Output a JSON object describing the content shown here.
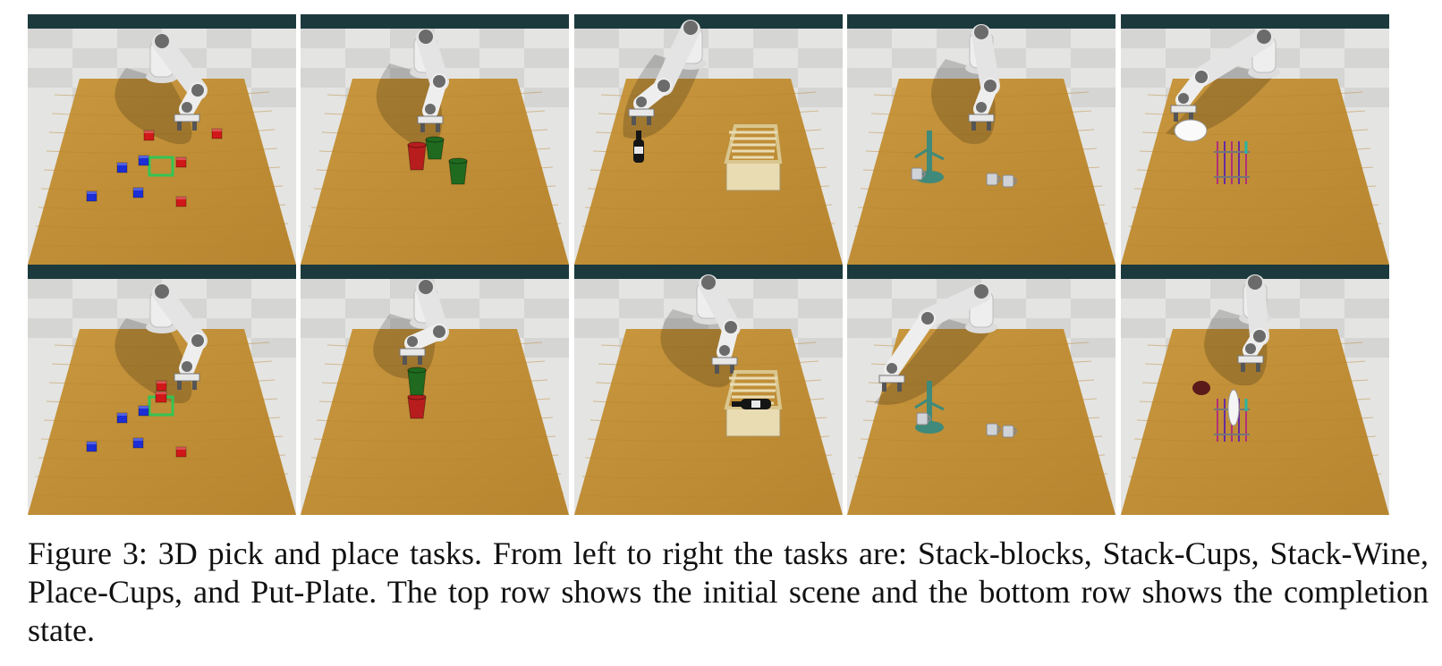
{
  "figure": {
    "caption": "Figure 3: 3D pick and place tasks. From left to right the tasks are: Stack-blocks, Stack-Cups, Stack-Wine, Place-Cups, and Put-Plate. The top row shows the initial scene and the bottom row shows the completion state."
  },
  "panels": [
    {
      "task": "stack-blocks",
      "state": "initial"
    },
    {
      "task": "stack-cups",
      "state": "initial"
    },
    {
      "task": "stack-wine",
      "state": "initial"
    },
    {
      "task": "place-cups",
      "state": "initial"
    },
    {
      "task": "put-plate",
      "state": "initial"
    },
    {
      "task": "stack-blocks",
      "state": "completion"
    },
    {
      "task": "stack-cups",
      "state": "completion"
    },
    {
      "task": "stack-wine",
      "state": "completion"
    },
    {
      "task": "place-cups",
      "state": "completion"
    },
    {
      "task": "put-plate",
      "state": "completion"
    }
  ],
  "colors": {
    "floor_light": "#e4e4e2",
    "floor_dark": "#c9c9c6",
    "wall_band": "#1c3a3d",
    "table": "#c8973e",
    "table_grain": "#b7852f",
    "robot": "#eeeeee",
    "robot_joint": "#6b6b6b",
    "block_red": "#d11818",
    "block_blue": "#1c2fd6",
    "target_green": "#33c455",
    "cup_red": "#b81d1d",
    "cup_green": "#1f6a1f",
    "crate": "#e9dcb3",
    "mug_tree": "#3f8a7a",
    "plate_rack_purple": "#6a2aa0"
  }
}
